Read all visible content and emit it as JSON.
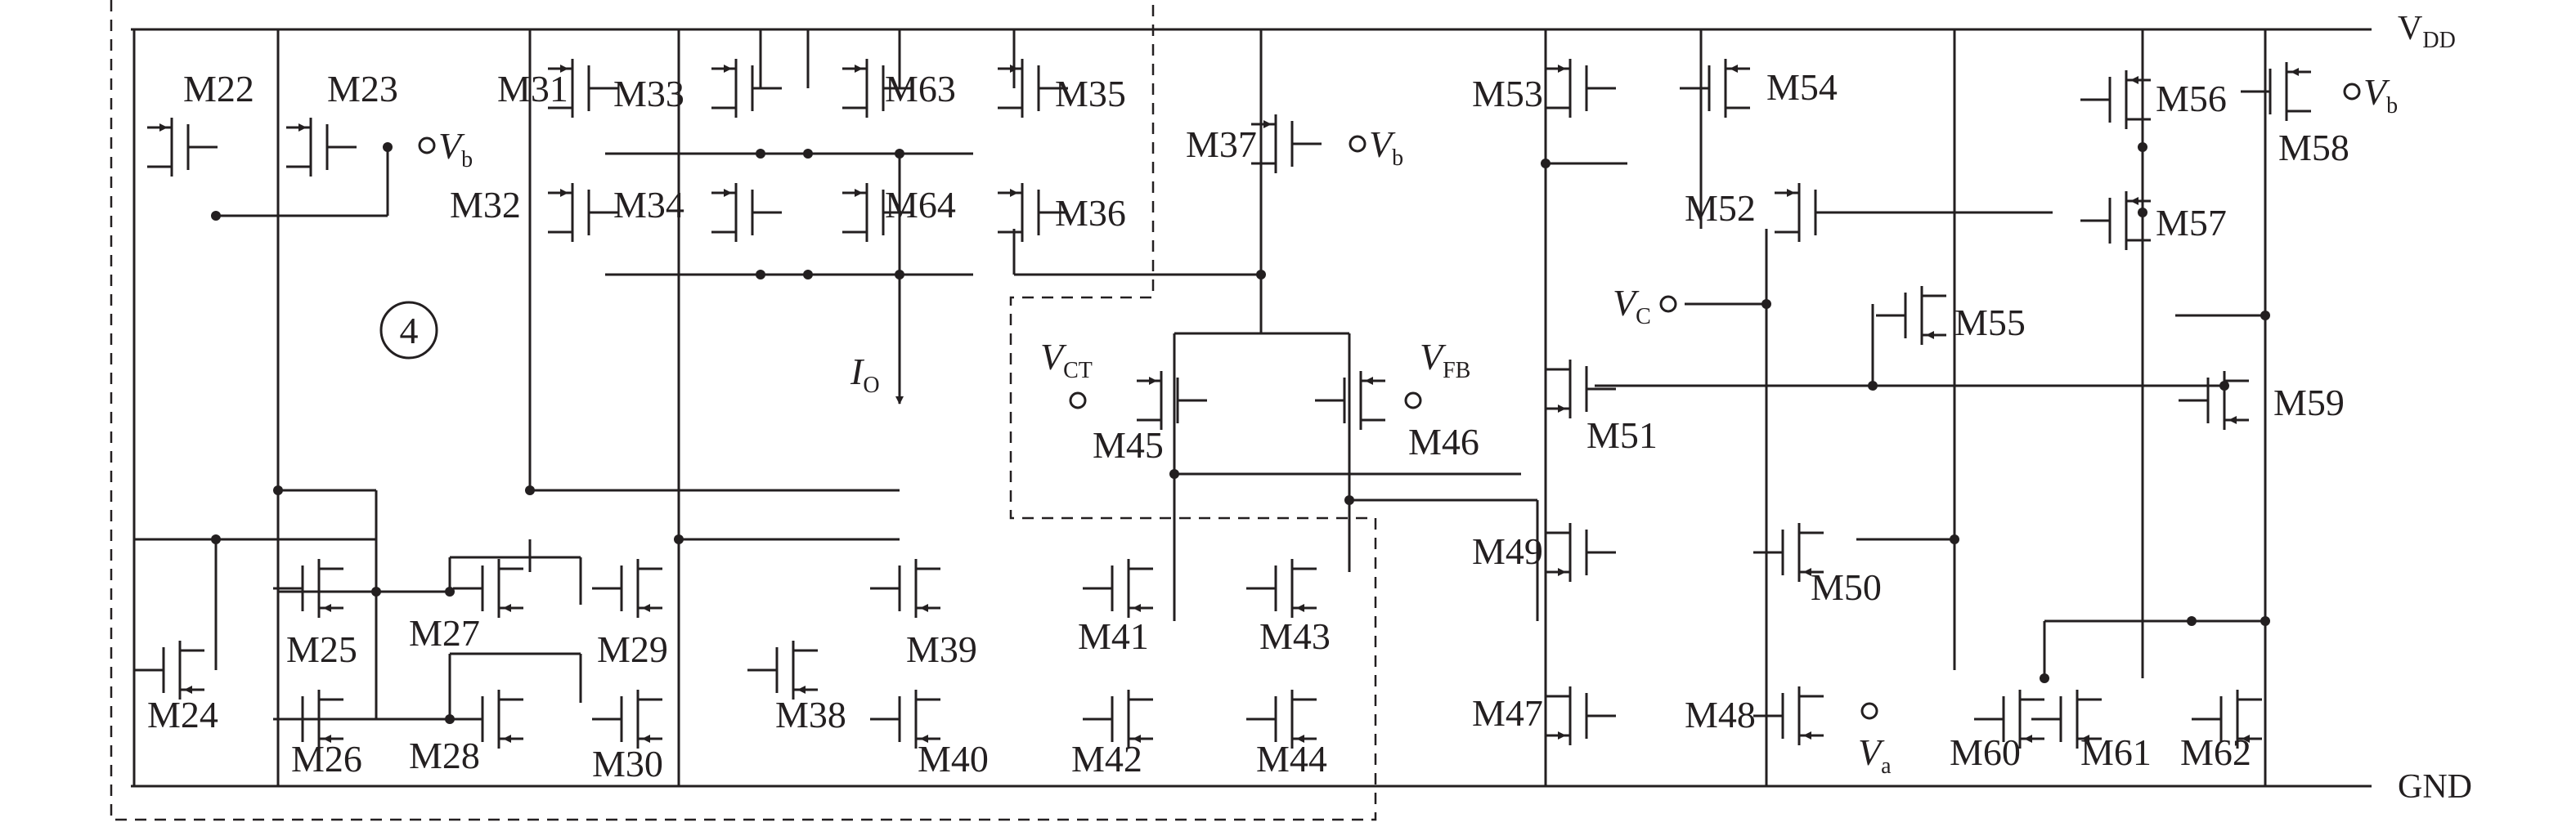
{
  "colors": {
    "line": "#231f20",
    "background": "#ffffff"
  },
  "rails": {
    "vdd": "V",
    "vdd_sub": "DD",
    "gnd": "GND"
  },
  "block_number": "4",
  "transistors": {
    "m22": "M22",
    "m23": "M23",
    "m24": "M24",
    "m25": "M25",
    "m26": "M26",
    "m27": "M27",
    "m28": "M28",
    "m29": "M29",
    "m30": "M30",
    "m31": "M31",
    "m32": "M32",
    "m33": "M33",
    "m34": "M34",
    "m35": "M35",
    "m36": "M36",
    "m37": "M37",
    "m38": "M38",
    "m39": "M39",
    "m40": "M40",
    "m41": "M41",
    "m42": "M42",
    "m43": "M43",
    "m44": "M44",
    "m45": "M45",
    "m46": "M46",
    "m47": "M47",
    "m48": "M48",
    "m49": "M49",
    "m50": "M50",
    "m51": "M51",
    "m52": "M52",
    "m53": "M53",
    "m54": "M54",
    "m55": "M55",
    "m56": "M56",
    "m57": "M57",
    "m58": "M58",
    "m59": "M59",
    "m60": "M60",
    "m61": "M61",
    "m62": "M62",
    "m63": "M63",
    "m64": "M64"
  },
  "signals": {
    "vb": "V",
    "vb_sub": "b",
    "vct": "V",
    "vct_sub": "CT",
    "vfb": "V",
    "vfb_sub": "FB",
    "vc": "V",
    "vc_sub": "C",
    "va": "V",
    "va_sub": "a",
    "io": "I",
    "io_sub": "O"
  }
}
